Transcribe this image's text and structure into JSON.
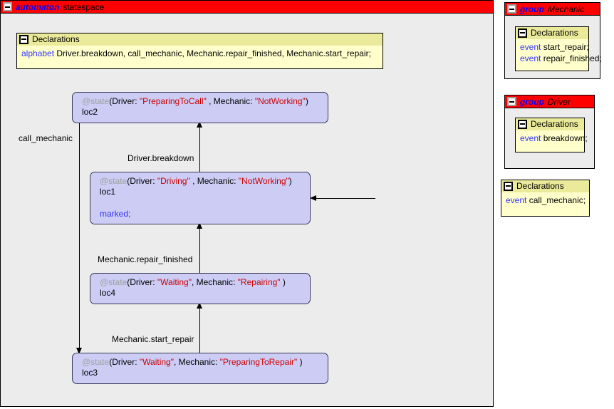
{
  "automaton": {
    "keyword": "automaton",
    "name": "statespace",
    "collapse_icon": "collapse-minus-icon",
    "declarations": {
      "title": "Declarations",
      "lines": [
        {
          "keyword": "alphabet",
          "text": "Driver.breakdown,  call_mechanic,  Mechanic.repair_finished,  Mechanic.start_repair;"
        }
      ]
    },
    "states": [
      {
        "id": "loc2",
        "prefix": "@state",
        "params": "(Driver: ",
        "driver_value": "\"PreparingToCall\"",
        "mid": " , Mechanic: ",
        "mechanic_value": "\"NotWorking\"",
        "suffix": ")",
        "label": "loc2",
        "marked": ""
      },
      {
        "id": "loc1",
        "prefix": "@state",
        "params": "(Driver: ",
        "driver_value": "\"Driving\"",
        "mid": " , Mechanic: ",
        "mechanic_value": "\"NotWorking\"",
        "suffix": ")",
        "label": "loc1",
        "marked": "marked;"
      },
      {
        "id": "loc4",
        "prefix": "@state",
        "params": "(Driver: ",
        "driver_value": "\"Waiting\"",
        "mid": ", Mechanic: ",
        "mechanic_value": "\"Repairing\"",
        "suffix": " )",
        "label": "loc4",
        "marked": ""
      },
      {
        "id": "loc3",
        "prefix": "@state",
        "params": "(Driver: ",
        "driver_value": "\"Waiting\"",
        "mid": ", Mechanic: ",
        "mechanic_value": "\"PreparingToRepair\"",
        "suffix": " )",
        "label": "loc3",
        "marked": ""
      }
    ],
    "edges": [
      {
        "label": "call_mechanic",
        "from": "loc2",
        "to": "loc3"
      },
      {
        "label": "Driver.breakdown",
        "from": "loc1",
        "to": "loc2"
      },
      {
        "label": "Mechanic.repair_finished",
        "from": "loc4",
        "to": "loc1"
      },
      {
        "label": "Mechanic.start_repair",
        "from": "loc3",
        "to": "loc4"
      }
    ]
  },
  "groups": [
    {
      "keyword": "group",
      "name": "Mechanic",
      "declarations": {
        "title": "Declarations",
        "lines": [
          {
            "keyword": "event",
            "text": "start_repair;"
          },
          {
            "keyword": "event",
            "text": "repair_finished;"
          }
        ]
      }
    },
    {
      "keyword": "group",
      "name": "Driver",
      "declarations": {
        "title": "Declarations",
        "lines": [
          {
            "keyword": "event",
            "text": "breakdown;"
          }
        ]
      }
    }
  ],
  "standalone_declarations": {
    "title": "Declarations",
    "lines": [
      {
        "keyword": "event",
        "text": "call_mechanic;"
      }
    ]
  },
  "colors": {
    "header_red": "#ff0000",
    "panel_gray": "#ececec",
    "decl_yellow": "#ffffcc",
    "decl_header_yellow": "#eaea9a",
    "state_lavender": "#ccccf5",
    "keyword_blue": "#0000ff",
    "value_red": "#cc0000"
  }
}
